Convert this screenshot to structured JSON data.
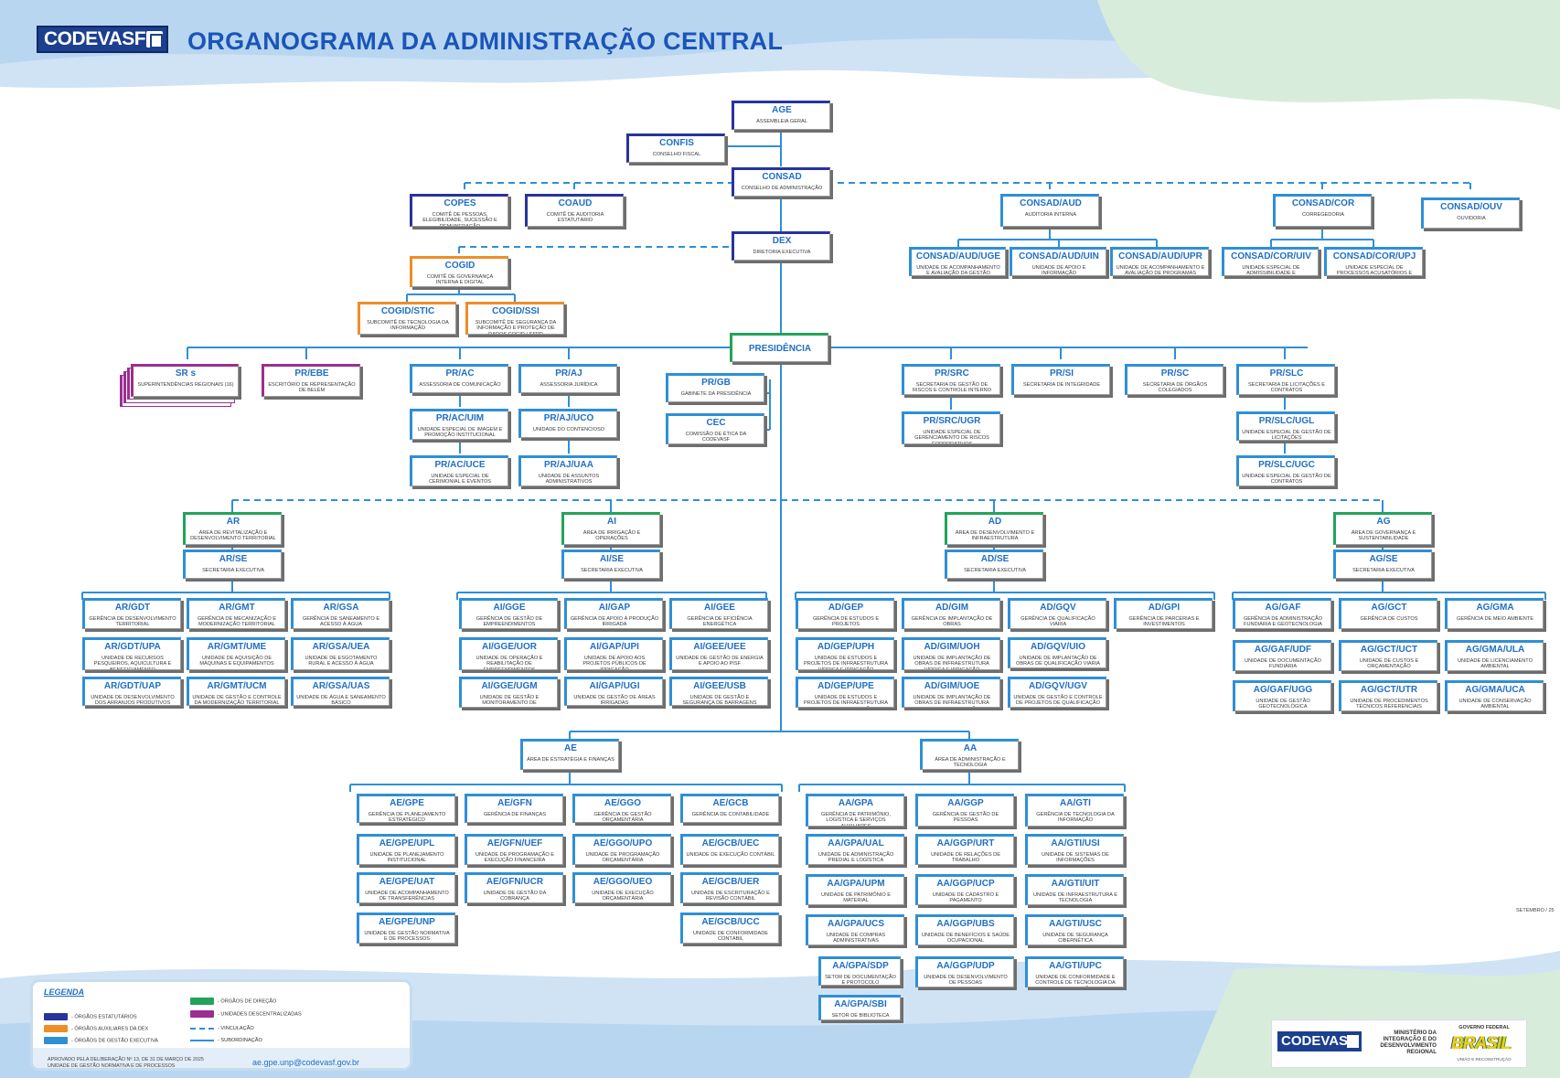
{
  "header": {
    "brand": "CODEVASF",
    "title": "ORGANOGRAMA DA ADMINISTRAÇÃO CENTRAL"
  },
  "date_note": "SETEMBRO / 25",
  "legend": {
    "title": "LEGENDA",
    "items": [
      {
        "label": "- ÓRGÃOS ESTATUTÁRIOS",
        "color": "#27339e"
      },
      {
        "label": "- ÓRGÃOS AUXILIARES DA DEX",
        "color": "#ef8d27"
      },
      {
        "label": "- ÓRGÃOS DE GESTÃO EXECUTIVA",
        "color": "#2f8fd6"
      },
      {
        "label": "- ÓRGÃOS DE DIREÇÃO",
        "color": "#23a35a"
      },
      {
        "label": "- UNIDADES DESCENTRALIZADAS",
        "color": "#9b2f8f"
      },
      {
        "label": "- VINCULAÇÃO",
        "line": "dashed"
      },
      {
        "label": "- SUBORDINAÇÃO",
        "line": "solid"
      }
    ],
    "approval": "APROVADO PELA DELIBERAÇÃO Nº 13, DE 31 DE MARÇO DE 2025",
    "unit": "UNIDADE DE GESTÃO NORMATIVA E DE PROCESSOS",
    "email": "ae.gpe.unp@codevasf.gov.br"
  },
  "footer": {
    "brand": "CODEVASF",
    "ministry": "MINISTÉRIO DA INTEGRAÇÃO E DO DESENVOLVIMENTO REGIONAL",
    "gov_top": "GOVERNO FEDERAL",
    "gov_word": "BRASIL",
    "gov_bottom": "UNIÃO E RECONSTRUÇÃO"
  },
  "nodes": {
    "age": {
      "code": "AGE",
      "desc": "ASSEMBLEIA GERAL"
    },
    "confis": {
      "code": "CONFIS",
      "desc": "CONSELHO FISCAL"
    },
    "consad": {
      "code": "CONSAD",
      "desc": "CONSELHO DE ADMINISTRAÇÃO"
    },
    "copes": {
      "code": "COPES",
      "desc": "COMITÊ DE PESSOAS, ELEGIBILIDADE, SUCESSÃO E REMUNERAÇÃO"
    },
    "coaud": {
      "code": "COAUD",
      "desc": "COMITÊ DE AUDITORIA ESTATUTÁRIO"
    },
    "dex": {
      "code": "DEX",
      "desc": "DIRETORIA EXECUTIVA"
    },
    "cogid": {
      "code": "COGID",
      "desc": "COMITÊ DE GOVERNANÇA INTERNA E DIGITAL"
    },
    "cogid_stic": {
      "code": "COGID/STIC",
      "desc": "SUBCOMITÊ DE TECNOLOGIA DA INFORMAÇÃO"
    },
    "cogid_ssi": {
      "code": "COGID/SSI",
      "desc": "SUBCOMITÊ DE SEGURANÇA DA INFORMAÇÃO E PROTEÇÃO DE DADOS COGID / SSPD"
    },
    "consad_aud": {
      "code": "CONSAD/AUD",
      "desc": "AUDITORIA INTERNA"
    },
    "consad_cor": {
      "code": "CONSAD/COR",
      "desc": "CORREGEDORIA"
    },
    "consad_ouv": {
      "code": "CONSAD/OUV",
      "desc": "OUVIDORIA"
    },
    "aud_uge": {
      "code": "CONSAD/AUD/UGE",
      "desc": "UNIDADE DE ACOMPANHAMENTO E AVALIAÇÃO DA GESTÃO"
    },
    "aud_uin": {
      "code": "CONSAD/AUD/UIN",
      "desc": "UNIDADE DE APOIO E INFORMAÇÃO"
    },
    "aud_upr": {
      "code": "CONSAD/AUD/UPR",
      "desc": "UNIDADE DE ACOMPANHAMENTO E AVALIAÇÃO DE PROGRAMAS"
    },
    "cor_uiv": {
      "code": "CONSAD/COR/UIV",
      "desc": "UNIDADE ESPECIAL DE ADMISSIBILIDADE E INVESTIGAÇÃO"
    },
    "cor_upj": {
      "code": "CONSAD/COR/UPJ",
      "desc": "UNIDADE ESPECIAL DE PROCESSOS ACUSATÓRIOS E JULGAMENTO"
    },
    "presidencia": {
      "code": "PRESIDÊNCIA",
      "desc": ""
    },
    "srs": {
      "code": "SR s",
      "desc": "SUPERINTENDÊNCIAS REGIONAIS (16)"
    },
    "pr_ebe": {
      "code": "PR/EBE",
      "desc": "ESCRITÓRIO DE REPRESENTAÇÃO DE BELÉM"
    },
    "pr_ac": {
      "code": "PR/AC",
      "desc": "ASSESSORIA DE COMUNICAÇÃO"
    },
    "pr_aj": {
      "code": "PR/AJ",
      "desc": "ASSESSORIA JURÍDICA"
    },
    "pr_gb": {
      "code": "PR/GB",
      "desc": "GABINETE DA PRESIDÊNCIA"
    },
    "cec": {
      "code": "CEC",
      "desc": "COMISSÃO DE ÉTICA DA CODEVASF"
    },
    "pr_ac_uim": {
      "code": "PR/AC/UIM",
      "desc": "UNIDADE ESPECIAL DE IMAGEM E PROMOÇÃO INSTITUCIONAL"
    },
    "pr_ac_uce": {
      "code": "PR/AC/UCE",
      "desc": "UNIDADE ESPECIAL DE CERIMONIAL E EVENTOS"
    },
    "pr_aj_uco": {
      "code": "PR/AJ/UCO",
      "desc": "UNIDADE DO CONTENCIOSO"
    },
    "pr_aj_uaa": {
      "code": "PR/AJ/UAA",
      "desc": "UNIDADE DE ASSUNTOS ADMINISTRATIVOS"
    },
    "pr_src": {
      "code": "PR/SRC",
      "desc": "SECRETARIA DE GESTÃO DE RISCOS E CONTROLE INTERNO"
    },
    "pr_si": {
      "code": "PR/SI",
      "desc": "SECRETARIA DE INTEGRIDADE"
    },
    "pr_sc": {
      "code": "PR/SC",
      "desc": "SECRETARIA DE ÓRGÃOS COLEGIADOS"
    },
    "pr_slc": {
      "code": "PR/SLC",
      "desc": "SECRETARIA DE LICITAÇÕES E CONTRATOS"
    },
    "pr_src_ugr": {
      "code": "PR/SRC/UGR",
      "desc": "UNIDADE ESPECIAL DE GERENCIAMENTO DE RISCOS CORPORATIVOS"
    },
    "pr_slc_ugl": {
      "code": "PR/SLC/UGL",
      "desc": "UNIDADE ESPECIAL DE GESTÃO DE LICITAÇÕES"
    },
    "pr_slc_ugc": {
      "code": "PR/SLC/UGC",
      "desc": "UNIDADE ESPECIAL DE GESTÃO DE CONTRATOS"
    },
    "ar": {
      "code": "AR",
      "desc": "ÁREA DE REVITALIZAÇÃO E DESENVOLVIMENTO TERRITORIAL"
    },
    "ar_se": {
      "code": "AR/SE",
      "desc": "SECRETARIA EXECUTIVA"
    },
    "ai": {
      "code": "AI",
      "desc": "ÁREA DE IRRIGAÇÃO E OPERAÇÕES"
    },
    "ai_se": {
      "code": "AI/SE",
      "desc": "SECRETARIA EXECUTIVA"
    },
    "ad": {
      "code": "AD",
      "desc": "ÁREA DE DESENVOLVIMENTO E INFRAESTRUTURA"
    },
    "ad_se": {
      "code": "AD/SE",
      "desc": "SECRETARIA EXECUTIVA"
    },
    "ag": {
      "code": "AG",
      "desc": "ÁREA DE GOVERNANÇA E SUSTENTABILIDADE"
    },
    "ag_se": {
      "code": "AG/SE",
      "desc": "SECRETARIA EXECUTIVA"
    },
    "ar_gdt": {
      "code": "AR/GDT",
      "desc": "GERÊNCIA DE DESENVOLVIMENTO TERRITORIAL"
    },
    "ar_gmt": {
      "code": "AR/GMT",
      "desc": "GERÊNCIA DE MECANIZAÇÃO E MODERNIZAÇÃO TERRITORIAL"
    },
    "ar_gsa": {
      "code": "AR/GSA",
      "desc": "GERÊNCIA DE SANEAMENTO E ACESSO À ÁGUA"
    },
    "ar_gdt_upa": {
      "code": "AR/GDT/UPA",
      "desc": "UNIDADE DE RECURSOS PESQUEIROS, AQUICULTURA E BENEFICIAMENTO"
    },
    "ar_gmt_ume": {
      "code": "AR/GMT/UME",
      "desc": "UNIDADE DE AQUISIÇÃO DE MÁQUINAS E EQUIPAMENTOS"
    },
    "ar_gsa_uea": {
      "code": "AR/GSA/UEA",
      "desc": "UNIDADE DE ESGOTAMENTO RURAL E ACESSO À ÁGUA"
    },
    "ar_gdt_uap": {
      "code": "AR/GDT/UAP",
      "desc": "UNIDADE DE DESENVOLVIMENTO DOS ARRANJOS PRODUTIVOS"
    },
    "ar_gmt_ucm": {
      "code": "AR/GMT/UCM",
      "desc": "UNIDADE DE GESTÃO E CONTROLE DA MODERNIZAÇÃO TERRITORIAL"
    },
    "ar_gsa_uas": {
      "code": "AR/GSA/UAS",
      "desc": "UNIDADE DE ÁGUA E SANEAMENTO BÁSICO"
    },
    "ai_gge": {
      "code": "AI/GGE",
      "desc": "GERÊNCIA DE GESTÃO DE EMPREENDIMENTOS"
    },
    "ai_gap": {
      "code": "AI/GAP",
      "desc": "GERÊNCIA DE APOIO À PRODUÇÃO IRRIGADA"
    },
    "ai_gee": {
      "code": "AI/GEE",
      "desc": "GERÊNCIA DE EFICIÊNCIA ENERGÉTICA"
    },
    "ai_gge_uor": {
      "code": "AI/GGE/UOR",
      "desc": "UNIDADE DE OPERAÇÃO E REABILITAÇÃO DE EMPREENDIMENTOS"
    },
    "ai_gap_upi": {
      "code": "AI/GAP/UPI",
      "desc": "UNIDADE DE APOIO AOS PROJETOS PÚBLICOS DE IRRIGAÇÃO"
    },
    "ai_gee_uee": {
      "code": "AI/GEE/UEE",
      "desc": "UNIDADE DE GESTÃO DE ENERGIA E APOIO AO PISF"
    },
    "ai_gge_ugm": {
      "code": "AI/GGE/UGM",
      "desc": "UNIDADE DE GESTÃO E MONITORAMENTO DE EMPREENDIMENTOS"
    },
    "ai_gap_ugi": {
      "code": "AI/GAP/UGI",
      "desc": "UNIDADE DE GESTÃO DE ÁREAS IRRIGADAS"
    },
    "ai_gee_usb": {
      "code": "AI/GEE/USB",
      "desc": "UNIDADE DE GESTÃO E SEGURANÇA DE BARRAGENS"
    },
    "ad_gep": {
      "code": "AD/GEP",
      "desc": "GERÊNCIA DE ESTUDOS E PROJETOS"
    },
    "ad_gim": {
      "code": "AD/GIM",
      "desc": "GERÊNCIA DE IMPLANTAÇÃO DE OBRAS"
    },
    "ad_gqv": {
      "code": "AD/GQV",
      "desc": "GERÊNCIA DE QUALIFICAÇÃO VIÁRIA"
    },
    "ad_gpi": {
      "code": "AD/GPI",
      "desc": "GERÊNCIA DE PARCERIAS E INVESTIMENTOS"
    },
    "ad_gep_uph": {
      "code": "AD/GEP/UPH",
      "desc": "UNIDADE DE ESTUDOS E PROJETOS DE INFRAESTRUTURA HÍDRICA E IRRIGAÇÃO"
    },
    "ad_gim_uoh": {
      "code": "AD/GIM/UOH",
      "desc": "UNIDADE DE IMPLANTAÇÃO DE OBRAS DE INFRAESTRUTURA HÍDRICA E IRRIGAÇÃO"
    },
    "ad_gqv_uio": {
      "code": "AD/GQV/UIO",
      "desc": "UNIDADE DE IMPLANTAÇÃO DE OBRAS DE QUALIFICAÇÃO VIÁRIA"
    },
    "ad_gep_upe": {
      "code": "AD/GEP/UPE",
      "desc": "UNIDADE DE ESTUDOS E PROJETOS DE INFRAESTRUTURA URBANA E EDIFICAÇÕES"
    },
    "ad_gim_uoe": {
      "code": "AD/GIM/UOE",
      "desc": "UNIDADE DE IMPLANTAÇÃO DE OBRAS DE INFRAESTRUTURA URBANA E EDIFICAÇÕES"
    },
    "ad_gqv_ugv": {
      "code": "AD/GQV/UGV",
      "desc": "UNIDADE DE GESTÃO E CONTROLE DE PROJETOS DE QUALIFICAÇÃO VIÁRIA"
    },
    "ag_gaf": {
      "code": "AG/GAF",
      "desc": "GERÊNCIA DE ADMINISTRAÇÃO FUNDIÁRIA E GEOTECNOLOGIA"
    },
    "ag_gct": {
      "code": "AG/GCT",
      "desc": "GERÊNCIA DE CUSTOS"
    },
    "ag_gma": {
      "code": "AG/GMA",
      "desc": "GERÊNCIA DE MEIO AMBIENTE"
    },
    "ag_gaf_udf": {
      "code": "AG/GAF/UDF",
      "desc": "UNIDADE DE DOCUMENTAÇÃO FUNDIÁRIA"
    },
    "ag_gct_uct": {
      "code": "AG/GCT/UCT",
      "desc": "UNIDADE DE CUSTOS E ORÇAMENTAÇÃO"
    },
    "ag_gma_ula": {
      "code": "AG/GMA/ULA",
      "desc": "UNIDADE DE LICENCIAMENTO AMBIENTAL"
    },
    "ag_gaf_ugg": {
      "code": "AG/GAF/UGG",
      "desc": "UNIDADE DE GESTÃO GEOTECNOLÓGICA"
    },
    "ag_gct_utr": {
      "code": "AG/GCT/UTR",
      "desc": "UNIDADE DE PROCEDIMENTOS TÉCNICOS REFERENCIAIS"
    },
    "ag_gma_uca": {
      "code": "AG/GMA/UCA",
      "desc": "UNIDADE DE CONSERVAÇÃO AMBIENTAL"
    },
    "ae": {
      "code": "AE",
      "desc": "ÁREA DE ESTRATÉGIA E FINANÇAS"
    },
    "aa": {
      "code": "AA",
      "desc": "ÁREA DE ADMINISTRAÇÃO E TECNOLOGIA"
    },
    "ae_gpe": {
      "code": "AE/GPE",
      "desc": "GERÊNCIA DE PLANEJAMENTO ESTRATÉGICO"
    },
    "ae_gfn": {
      "code": "AE/GFN",
      "desc": "GERÊNCIA DE FINANÇAS"
    },
    "ae_ggo": {
      "code": "AE/GGO",
      "desc": "GERÊNCIA DE GESTÃO ORÇAMENTÁRIA"
    },
    "ae_gcb": {
      "code": "AE/GCB",
      "desc": "GERÊNCIA DE CONTABILIDADE"
    },
    "ae_gpe_upl": {
      "code": "AE/GPE/UPL",
      "desc": "UNIDADE DE PLANEJAMENTO INSTITUCIONAL"
    },
    "ae_gfn_uef": {
      "code": "AE/GFN/UEF",
      "desc": "UNIDADE DE PROGRAMAÇÃO E EXECUÇÃO FINANCEIRA"
    },
    "ae_ggo_upo": {
      "code": "AE/GGO/UPO",
      "desc": "UNIDADE DE PROGRAMAÇÃO ORÇAMENTÁRIA"
    },
    "ae_gcb_uec": {
      "code": "AE/GCB/UEC",
      "desc": "UNIDADE DE EXECUÇÃO CONTÁBIL"
    },
    "ae_gpe_uat": {
      "code": "AE/GPE/UAT",
      "desc": "UNIDADE DE ACOMPANHAMENTO DE TRANSFERÊNCIAS"
    },
    "ae_gfn_ucr": {
      "code": "AE/GFN/UCR",
      "desc": "UNIDADE DE GESTÃO DA COBRANÇA"
    },
    "ae_ggo_ueo": {
      "code": "AE/GGO/UEO",
      "desc": "UNIDADE DE EXECUÇÃO ORÇAMENTÁRIA"
    },
    "ae_gcb_uer": {
      "code": "AE/GCB/UER",
      "desc": "UNIDADE DE ESCRITURAÇÃO E REVISÃO CONTÁBIL"
    },
    "ae_gpe_unp": {
      "code": "AE/GPE/UNP",
      "desc": "UNIDADE DE GESTÃO NORMATIVA E DE PROCESSOS"
    },
    "ae_gcb_ucc": {
      "code": "AE/GCB/UCC",
      "desc": "UNIDADE DE CONFORMIDADE CONTÁBIL"
    },
    "aa_gpa": {
      "code": "AA/GPA",
      "desc": "GERÊNCIA DE PATRIMÔNIO, LOGÍSTICA E SERVIÇOS AUXILIARES"
    },
    "aa_ggp": {
      "code": "AA/GGP",
      "desc": "GERÊNCIA DE GESTÃO DE PESSOAS"
    },
    "aa_gti": {
      "code": "AA/GTI",
      "desc": "GERÊNCIA DE TECNOLOGIA DA INFORMAÇÃO"
    },
    "aa_gpa_ual": {
      "code": "AA/GPA/UAL",
      "desc": "UNIDADE DE ADMINISTRAÇÃO PREDIAL E LOGÍSTICA"
    },
    "aa_ggp_urt": {
      "code": "AA/GGP/URT",
      "desc": "UNIDADE DE RELAÇÕES DE TRABALHO"
    },
    "aa_gti_usi": {
      "code": "AA/GTI/USI",
      "desc": "UNIDADE DE SISTEMAS DE INFORMAÇÕES"
    },
    "aa_gpa_upm": {
      "code": "AA/GPA/UPM",
      "desc": "UNIDADE DE PATRIMÔNIO E MATERIAL"
    },
    "aa_ggp_ucp": {
      "code": "AA/GGP/UCP",
      "desc": "UNIDADE DE CADASTRO E PAGAMENTO"
    },
    "aa_gti_uit": {
      "code": "AA/GTI/UIT",
      "desc": "UNIDADE DE INFRAESTRUTURA E TECNOLOGIA"
    },
    "aa_gpa_ucs": {
      "code": "AA/GPA/UCS",
      "desc": "UNIDADE DE COMPRAS ADMINISTRATIVAS"
    },
    "aa_ggp_ubs": {
      "code": "AA/GGP/UBS",
      "desc": "UNIDADE DE BENEFÍCIOS E SAÚDE OCUPACIONAL"
    },
    "aa_gti_usc": {
      "code": "AA/GTI/USC",
      "desc": "UNIDADE DE SEGURANÇA CIBERNÉTICA"
    },
    "aa_gpa_sdp": {
      "code": "AA/GPA/SDP",
      "desc": "SETOR DE DOCUMENTAÇÃO E PROTOCOLO"
    },
    "aa_ggp_udp": {
      "code": "AA/GGP/UDP",
      "desc": "UNIDADE DE DESENVOLVIMENTO DE PESSOAS"
    },
    "aa_gti_upc": {
      "code": "AA/GTI/UPC",
      "desc": "UNIDADE DE CONFORMIDADE E CONTROLE DE TECNOLOGIA DA INFORMAÇÃO"
    },
    "aa_gpa_sbi": {
      "code": "AA/GPA/SBI",
      "desc": "SETOR DE BIBLIOTECA"
    }
  }
}
